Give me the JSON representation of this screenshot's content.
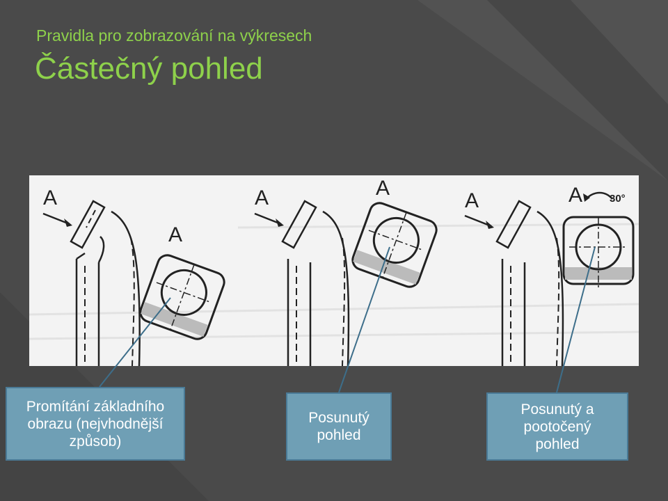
{
  "header": {
    "subtitle": "Pravidla pro zobrazování na výkresech",
    "title": "Částečný pohled"
  },
  "drawing": {
    "view_label": "A",
    "rotation_label": "30°"
  },
  "callouts": [
    {
      "lines": [
        "Promítání základního",
        "obrazu (nejvhodnější",
        "způsob)"
      ]
    },
    {
      "lines": [
        "Posunutý",
        "pohled"
      ]
    },
    {
      "lines": [
        "Posunutý a",
        "pootočený",
        "pohled"
      ]
    }
  ],
  "colors": {
    "accent": "#8ed14b",
    "background": "#4a4a4a",
    "callout_fill": "#6f9fb5",
    "leader_line": "#3d6e8a"
  }
}
